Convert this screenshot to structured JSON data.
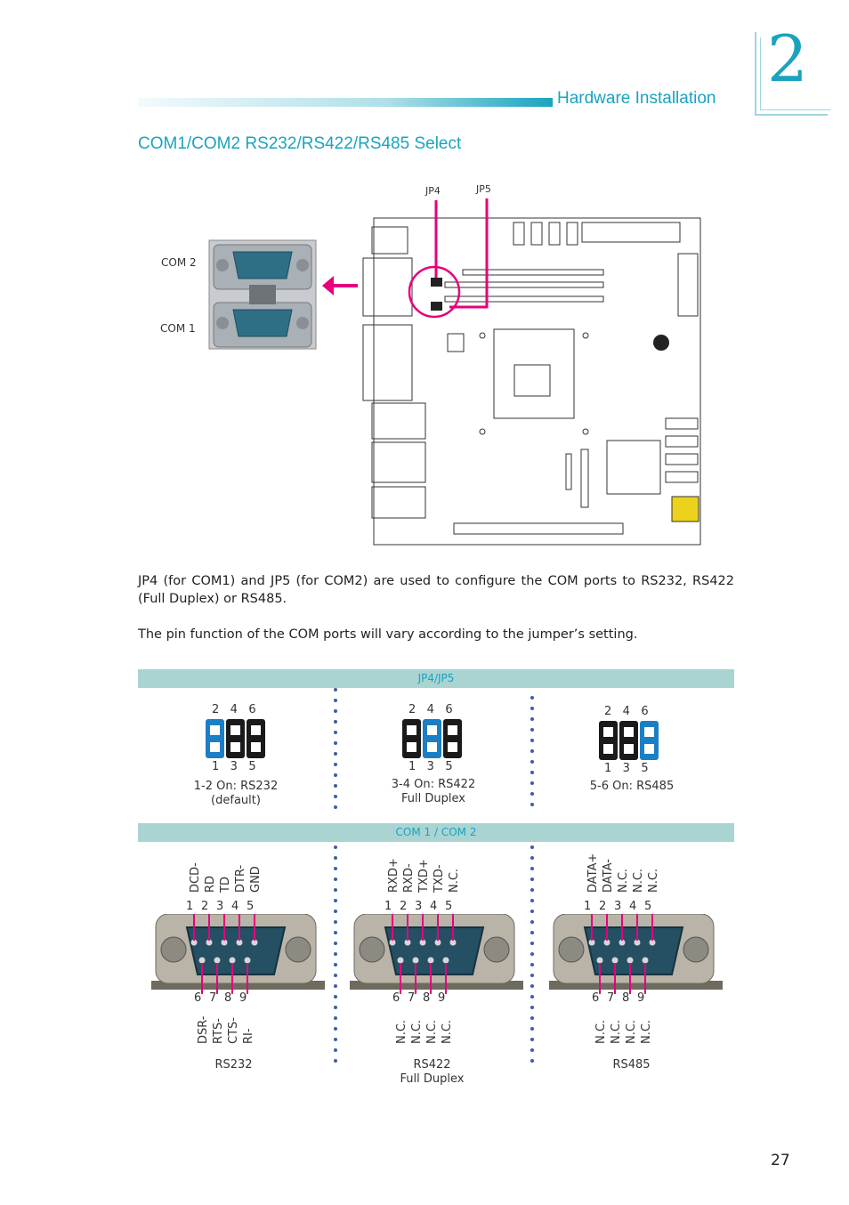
{
  "header": {
    "chapter_number": "2",
    "chapter_title": "Hardware Installation"
  },
  "section_title": "COM1/COM2 RS232/RS422/RS485 Select",
  "board_figure": {
    "jp4_label": "JP4",
    "jp5_label": "JP5",
    "com2_label": "COM 2",
    "com1_label": "COM 1",
    "highlight_color": "#e6007e"
  },
  "paragraphs": [
    "JP4 (for COM1) and JP5 (for COM2) are used to configure the COM ports to RS232, RS422 (Full Duplex) or RS485.",
    "The pin function of the COM ports will vary according to the jumper’s setting."
  ],
  "jumper_table": {
    "header": "JP4/JP5",
    "top_numbers": "2   4   6",
    "bottom_numbers": "1   3   5",
    "settings": [
      {
        "line1": "1-2 On: RS232",
        "line2": "(default)",
        "active_pair": 1
      },
      {
        "line1": "3-4 On: RS422",
        "line2": "Full Duplex",
        "active_pair": 2
      },
      {
        "line1": "5-6 On: RS485",
        "line2": "",
        "active_pair": 3
      }
    ],
    "active_color": "#1a7fc4",
    "inactive_color": "#1a1a1a"
  },
  "com_table": {
    "header": "COM 1 / COM 2",
    "top_pin_numbers": [
      "1",
      "2",
      "3",
      "4",
      "5"
    ],
    "bottom_pin_numbers": [
      "6",
      "7",
      "8",
      "9"
    ],
    "modes": [
      {
        "top_signals": [
          "DCD-",
          "RD",
          "TD",
          "DTR-",
          "GND"
        ],
        "bottom_signals": [
          "DSR-",
          "RTS-",
          "CTS-",
          "RI-"
        ],
        "caption_line1": "RS232",
        "caption_line2": ""
      },
      {
        "top_signals": [
          "RXD+",
          "RXD-",
          "TXD+",
          "TXD-",
          "N.C."
        ],
        "bottom_signals": [
          "N.C.",
          "N.C.",
          "N.C.",
          "N.C."
        ],
        "caption_line1": "RS422",
        "caption_line2": "Full Duplex"
      },
      {
        "top_signals": [
          "DATA+",
          "DATA-",
          "N.C.",
          "N.C.",
          "N.C."
        ],
        "bottom_signals": [
          "N.C.",
          "N.C.",
          "N.C.",
          "N.C."
        ],
        "caption_line1": "RS485",
        "caption_line2": ""
      }
    ]
  },
  "page_number": "27"
}
